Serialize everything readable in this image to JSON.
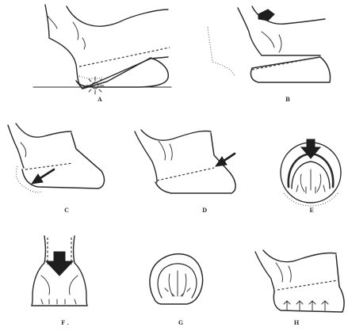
{
  "panels": [
    {
      "id": "A",
      "label": "A"
    },
    {
      "id": "B",
      "label": "B"
    },
    {
      "id": "C",
      "label": "C"
    },
    {
      "id": "D",
      "label": "D"
    },
    {
      "id": "E",
      "label": "E"
    },
    {
      "id": "F",
      "label": "F ."
    },
    {
      "id": "G",
      "label": "G"
    },
    {
      "id": "H",
      "label": "H"
    }
  ],
  "colors": {
    "ink": "#2a2a2a",
    "background": "#ffffff"
  }
}
